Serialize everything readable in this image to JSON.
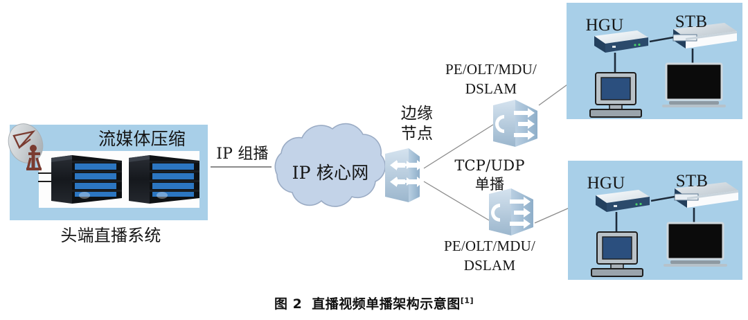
{
  "figure": {
    "caption_number": "图 2",
    "caption_title": "直播视频单播架构示意图",
    "caption_ref": "[1]"
  },
  "colors": {
    "panel_blue": "#a8cfe8",
    "cloud_fill": "#c3d3e8",
    "cloud_stroke": "#9aabc4",
    "device_blue": "#a9c4dc",
    "device_blue_dark": "#8aa8c4",
    "line_gray": "#8b8b8b",
    "dish_brown": "#7a3b30",
    "dish_gray": "#c9cdd0",
    "screen_dark": "#0b0b0b",
    "screen_blue": "#2b4f7e"
  },
  "headend": {
    "panel_label": "流媒体压缩",
    "caption": "头端直播系统",
    "satellite_icon": "satellite-dish-icon",
    "server_icon": "server-rack-icon",
    "server_count": 2
  },
  "core": {
    "multicast_label": "IP 组播",
    "cloud_label": "IP 核心网",
    "cloud_icon": "cloud-icon",
    "router_icon": "router-switch-icon"
  },
  "edge": {
    "label": "边缘\n节点",
    "icon": "edge-switch-icon"
  },
  "unicast": {
    "label": "TCP/UDP\n单播"
  },
  "access_nodes": [
    {
      "label": "PE/OLT/MDU/\nDSLAM",
      "icon": "access-node-icon",
      "position": "top"
    },
    {
      "label": "PE/OLT/MDU/\nDSLAM",
      "icon": "access-node-icon",
      "position": "bottom"
    }
  ],
  "homes": [
    {
      "position": "top",
      "gateway_label": "HGU",
      "gateway_icon": "home-gateway-icon",
      "stb_label": "STB",
      "stb_icon": "set-top-box-icon",
      "pc_icon": "desktop-computer-icon",
      "tv_icon": "television-icon"
    },
    {
      "position": "bottom",
      "gateway_label": "HGU",
      "gateway_icon": "home-gateway-icon",
      "stb_label": "STB",
      "stb_icon": "set-top-box-icon",
      "pc_icon": "desktop-computer-icon",
      "tv_icon": "television-icon"
    }
  ]
}
